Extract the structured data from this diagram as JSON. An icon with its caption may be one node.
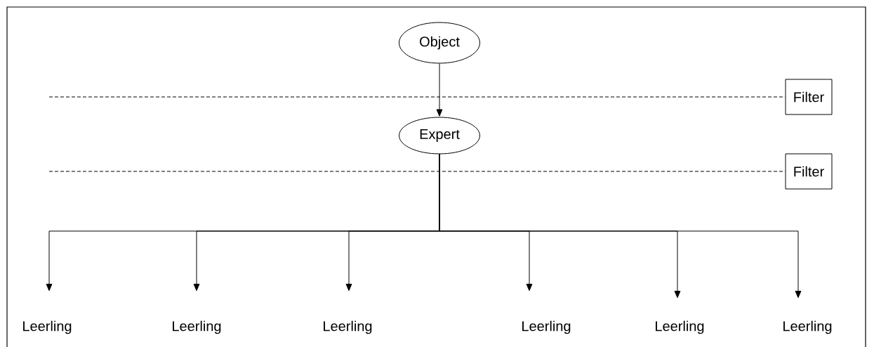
{
  "diagram": {
    "nodes": [
      {
        "text": [
          "Object"
        ]
      },
      {
        "text": [
          "Filter"
        ]
      },
      {
        "text": [
          "Expert"
        ]
      },
      {
        "text": [
          "Filter"
        ]
      },
      {
        "text": [
          "Leerling"
        ]
      },
      {
        "text": [
          "Leerling"
        ]
      },
      {
        "text": [
          "Leerling"
        ]
      },
      {
        "text": [
          "Leerling"
        ]
      },
      {
        "text": [
          "Leerling"
        ]
      },
      {
        "text": [
          "Leerling"
        ]
      }
    ],
    "edges": [
      {
        "from": 0,
        "to": 2,
        "arrow": "to"
      },
      {
        "from": null,
        "to": 1,
        "arrow": "none",
        "style": "dashed"
      },
      {
        "from": null,
        "to": 3,
        "arrow": "none",
        "style": "dashed"
      },
      {
        "from": 2,
        "to": 4,
        "arrow": "to"
      },
      {
        "from": 2,
        "to": 5,
        "arrow": "to"
      },
      {
        "from": 2,
        "to": 6,
        "arrow": "to"
      },
      {
        "from": 2,
        "to": 7,
        "arrow": "to"
      },
      {
        "from": 2,
        "to": 8,
        "arrow": "to"
      },
      {
        "from": 2,
        "to": 9,
        "arrow": "to"
      }
    ]
  }
}
